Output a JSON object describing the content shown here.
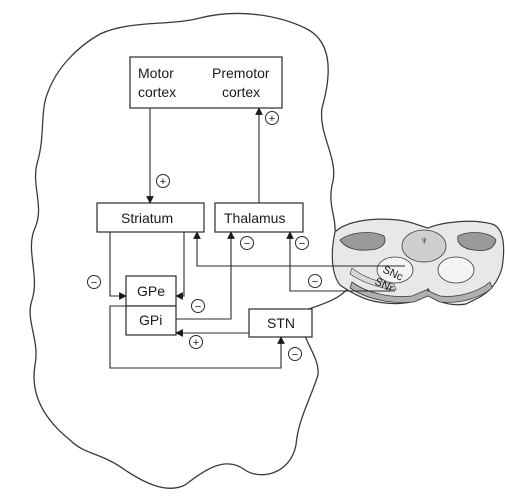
{
  "nodes": {
    "motor_cortex": [
      "Motor",
      "cortex"
    ],
    "premotor_cortex": [
      "Premotor",
      "cortex"
    ],
    "striatum": "Striatum",
    "thalamus": "Thalamus",
    "gpe": "GPe",
    "gpi": "GPi",
    "stn": "STN",
    "snc": "SNc",
    "snr": "SNr"
  },
  "signs": {
    "plus": "+",
    "minus": "−"
  },
  "colors": {
    "stroke": "#2b2b2b",
    "section_gray": "#b8b8b8",
    "section_dark": "#8c8c8c"
  }
}
